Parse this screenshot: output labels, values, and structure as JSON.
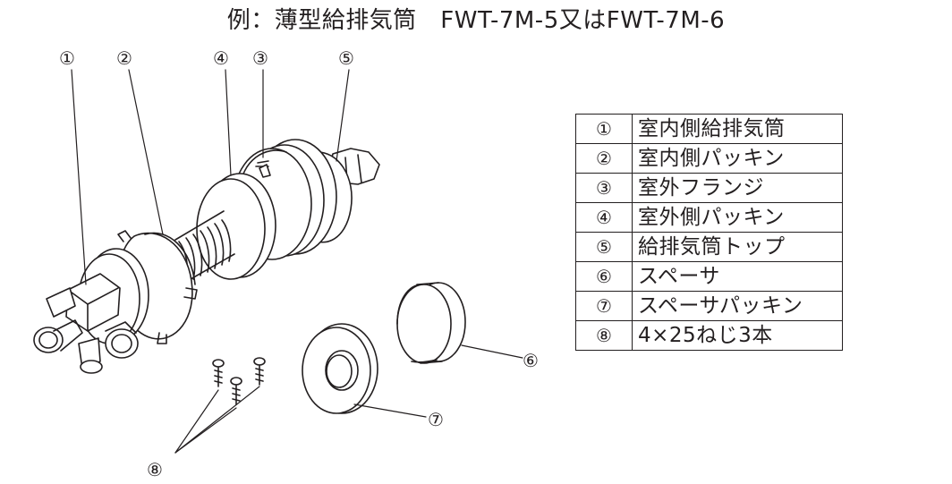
{
  "title": "例：薄型給排気筒　FWT-7M-5又はFWT-7M-6",
  "callouts": {
    "n1": "①",
    "n2": "②",
    "n3": "③",
    "n4": "④",
    "n5": "⑤",
    "n6": "⑥",
    "n7": "⑦",
    "n8": "⑧"
  },
  "parts_table": [
    {
      "num": "①",
      "name": "室内側給排気筒"
    },
    {
      "num": "②",
      "name": "室内側パッキン"
    },
    {
      "num": "③",
      "name": "室外フランジ"
    },
    {
      "num": "④",
      "name": "室外側パッキン"
    },
    {
      "num": "⑤",
      "name": "給排気筒トップ"
    },
    {
      "num": "⑥",
      "name": "スペーサ"
    },
    {
      "num": "⑦",
      "name": "スペーサパッキン"
    },
    {
      "num": "⑧",
      "name": "4×25ねじ3本"
    }
  ]
}
